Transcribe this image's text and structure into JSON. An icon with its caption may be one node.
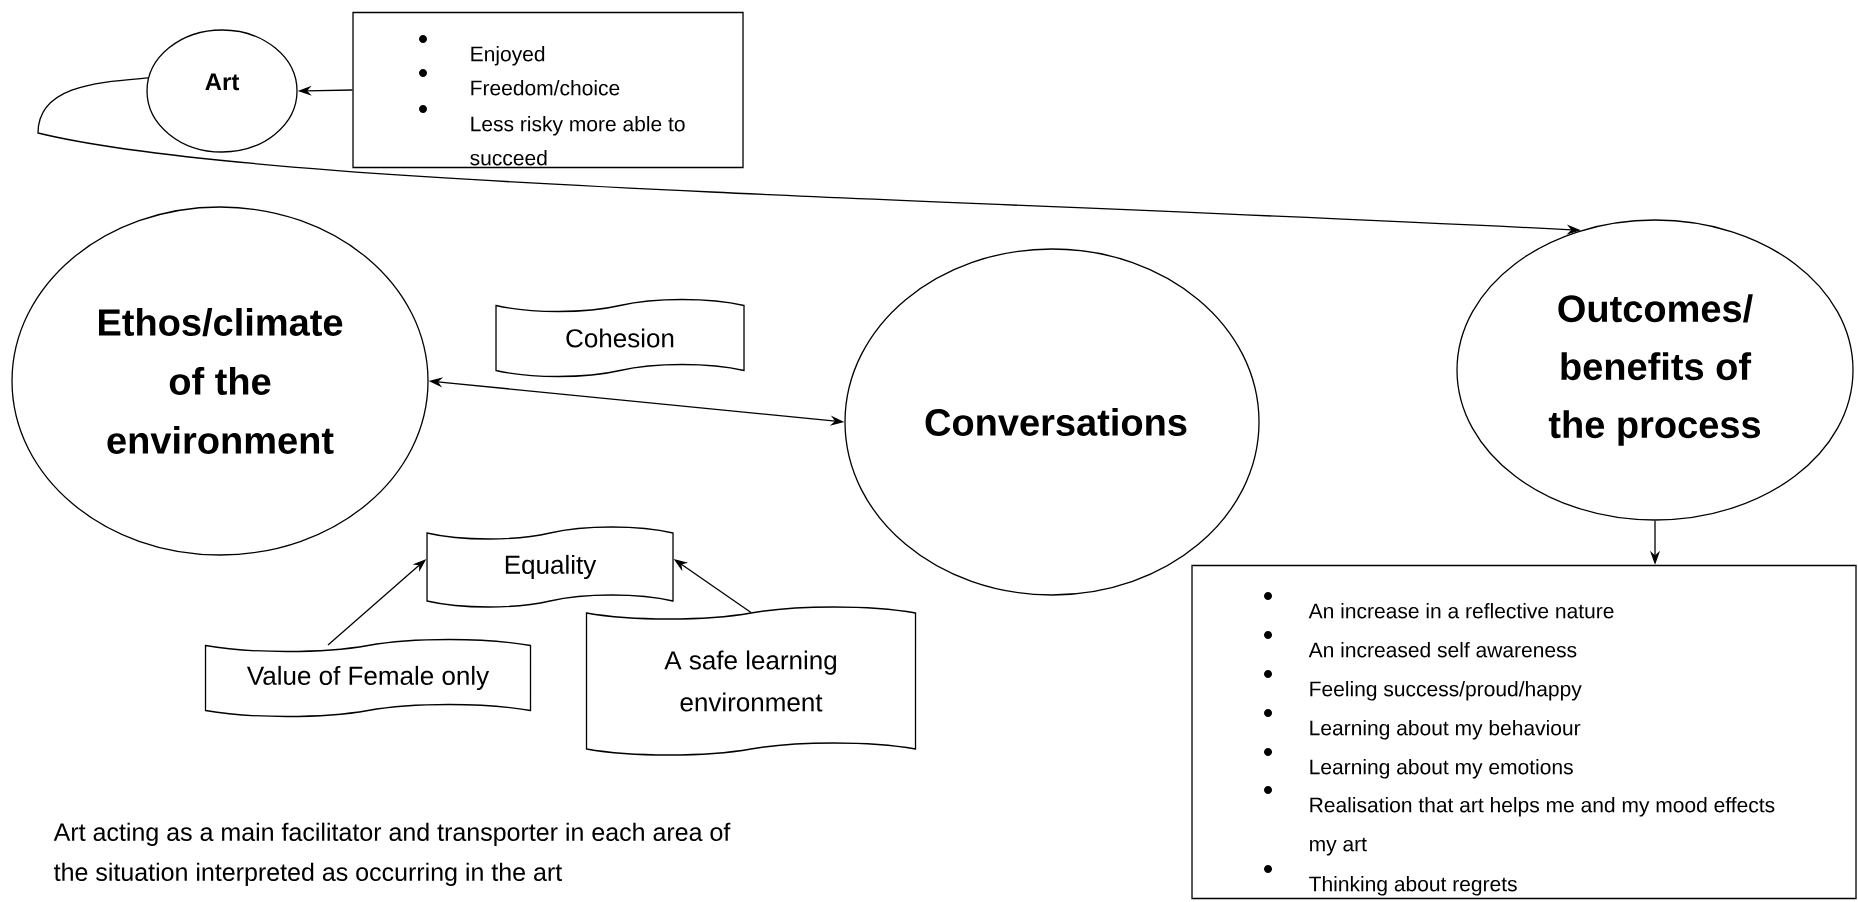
{
  "diagram": {
    "nodes": [
      {
        "text": [
          "Art"
        ]
      },
      {
        "text": [
          "Enjoyed",
          "Freedom/choice",
          "Less risky more able to succeed"
        ]
      },
      {
        "text": [
          "Ethos/climate of the environment"
        ]
      },
      {
        "text": [
          "Cohesion"
        ]
      },
      {
        "text": [
          "Conversations"
        ]
      },
      {
        "text": [
          "Outcomes/ benefits of the process"
        ]
      },
      {
        "text": [
          "Equality"
        ]
      },
      {
        "text": [
          "Value of Female only"
        ]
      },
      {
        "text": [
          "A safe learning environment"
        ]
      },
      {
        "text": [
          "An increase in a reflective nature",
          "An increased self awareness",
          "Feeling success/proud/happy",
          "Learning about my behaviour",
          "Learning about my emotions",
          "Realisation that art helps me and my mood effects my art",
          "Thinking about regrets"
        ]
      }
    ],
    "edges": [
      {
        "from": 1,
        "to": 0,
        "arrow": "to"
      },
      {
        "from": 0,
        "to": 5,
        "arrow": "to"
      },
      {
        "from": 2,
        "to": 4,
        "arrow": "both"
      },
      {
        "from": 7,
        "to": 6,
        "arrow": "to"
      },
      {
        "from": 8,
        "to": 6,
        "arrow": "to"
      },
      {
        "from": 5,
        "to": 9,
        "arrow": "to"
      }
    ],
    "labels": [
      "Art acting as a main facilitator and transporter in each area of the situation interpreted as occurring in the art"
    ]
  }
}
